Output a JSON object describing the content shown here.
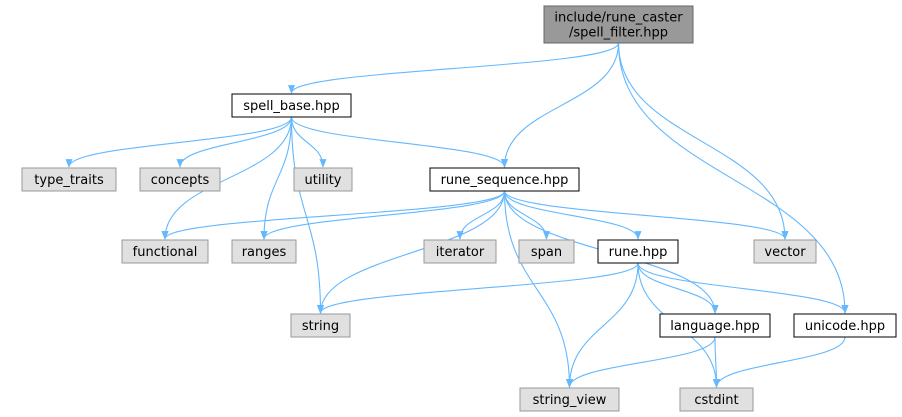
{
  "colors": {
    "edge": "#63b8ff",
    "root_fill": "#999999",
    "root_stroke": "#666666",
    "doc_fill": "#ffffff",
    "doc_stroke": "#000000",
    "sys_fill": "#e0e0e0",
    "sys_stroke": "#999999",
    "text": "#000000"
  },
  "nodes": {
    "root": {
      "lines": [
        "include/rune_caster",
        "/spell_filter.hpp"
      ],
      "kind": "root"
    },
    "spell_base": {
      "lines": [
        "spell_base.hpp"
      ],
      "kind": "doc"
    },
    "rune_sequence": {
      "lines": [
        "rune_sequence.hpp"
      ],
      "kind": "doc"
    },
    "rune": {
      "lines": [
        "rune.hpp"
      ],
      "kind": "doc"
    },
    "language": {
      "lines": [
        "language.hpp"
      ],
      "kind": "doc"
    },
    "unicode": {
      "lines": [
        "unicode.hpp"
      ],
      "kind": "doc"
    },
    "type_traits": {
      "lines": [
        "type_traits"
      ],
      "kind": "sys"
    },
    "concepts": {
      "lines": [
        "concepts"
      ],
      "kind": "sys"
    },
    "utility": {
      "lines": [
        "utility"
      ],
      "kind": "sys"
    },
    "functional": {
      "lines": [
        "functional"
      ],
      "kind": "sys"
    },
    "ranges": {
      "lines": [
        "ranges"
      ],
      "kind": "sys"
    },
    "iterator": {
      "lines": [
        "iterator"
      ],
      "kind": "sys"
    },
    "span": {
      "lines": [
        "span"
      ],
      "kind": "sys"
    },
    "vector": {
      "lines": [
        "vector"
      ],
      "kind": "sys"
    },
    "string": {
      "lines": [
        "string"
      ],
      "kind": "sys"
    },
    "string_view": {
      "lines": [
        "string_view"
      ],
      "kind": "sys"
    },
    "cstdint": {
      "lines": [
        "cstdint"
      ],
      "kind": "sys"
    }
  },
  "edges": [
    [
      "root",
      "spell_base"
    ],
    [
      "root",
      "rune_sequence"
    ],
    [
      "root",
      "vector"
    ],
    [
      "root",
      "unicode"
    ],
    [
      "spell_base",
      "type_traits"
    ],
    [
      "spell_base",
      "concepts"
    ],
    [
      "spell_base",
      "utility"
    ],
    [
      "spell_base",
      "functional"
    ],
    [
      "spell_base",
      "ranges"
    ],
    [
      "spell_base",
      "rune_sequence"
    ],
    [
      "spell_base",
      "string"
    ],
    [
      "rune_sequence",
      "functional"
    ],
    [
      "rune_sequence",
      "ranges"
    ],
    [
      "rune_sequence",
      "iterator"
    ],
    [
      "rune_sequence",
      "span"
    ],
    [
      "rune_sequence",
      "rune"
    ],
    [
      "rune_sequence",
      "vector"
    ],
    [
      "rune_sequence",
      "string"
    ],
    [
      "rune_sequence",
      "string_view"
    ],
    [
      "rune_sequence",
      "language"
    ],
    [
      "rune",
      "string"
    ],
    [
      "rune",
      "language"
    ],
    [
      "rune",
      "unicode"
    ],
    [
      "rune",
      "string_view"
    ],
    [
      "rune",
      "cstdint"
    ],
    [
      "language",
      "string_view"
    ],
    [
      "language",
      "cstdint"
    ],
    [
      "unicode",
      "cstdint"
    ]
  ]
}
